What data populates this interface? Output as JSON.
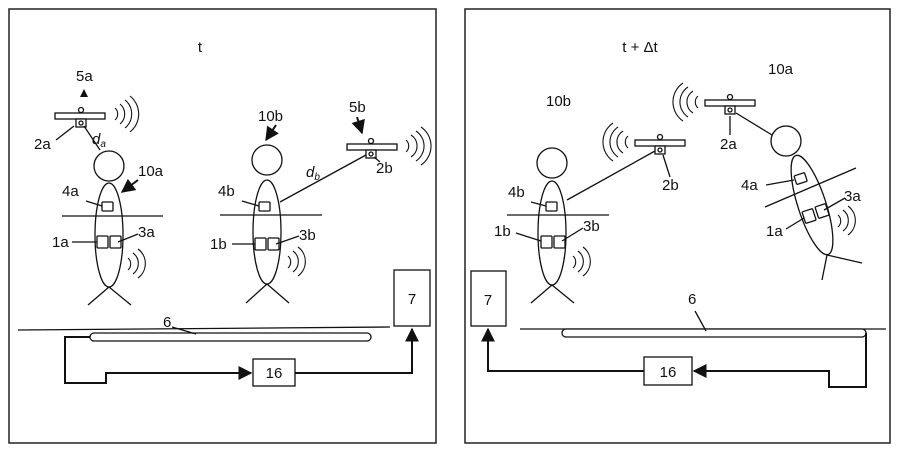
{
  "left_panel": {
    "time_label": "t",
    "sensor_a": {
      "label": "5a",
      "camera_label": "2a",
      "distance_label": "d",
      "distance_sub": "a"
    },
    "person_a": {
      "label": "10a",
      "upper_label": "4a",
      "lower_left_label": "1a",
      "lower_right_label": "3a"
    },
    "person_b": {
      "label": "10b",
      "upper_label": "4b",
      "lower_left_label": "1b",
      "lower_right_label": "3b"
    },
    "sensor_b": {
      "label": "5b",
      "camera_label": "2b",
      "distance_label": "d",
      "distance_sub": "b"
    },
    "floor_label": "6",
    "processor_label": "16",
    "output_label": "7"
  },
  "right_panel": {
    "time_label": "t + Δt",
    "person_b": {
      "label": "10b",
      "upper_label": "4b",
      "lower_left_label": "1b",
      "lower_right_label": "3b"
    },
    "camera_b_label": "2b",
    "person_a": {
      "label": "10a",
      "upper_label": "4a",
      "lower_left_label": "1a",
      "lower_right_label": "3a"
    },
    "camera_a_label": "2a",
    "floor_label": "6",
    "processor_label": "16",
    "output_label": "7"
  }
}
